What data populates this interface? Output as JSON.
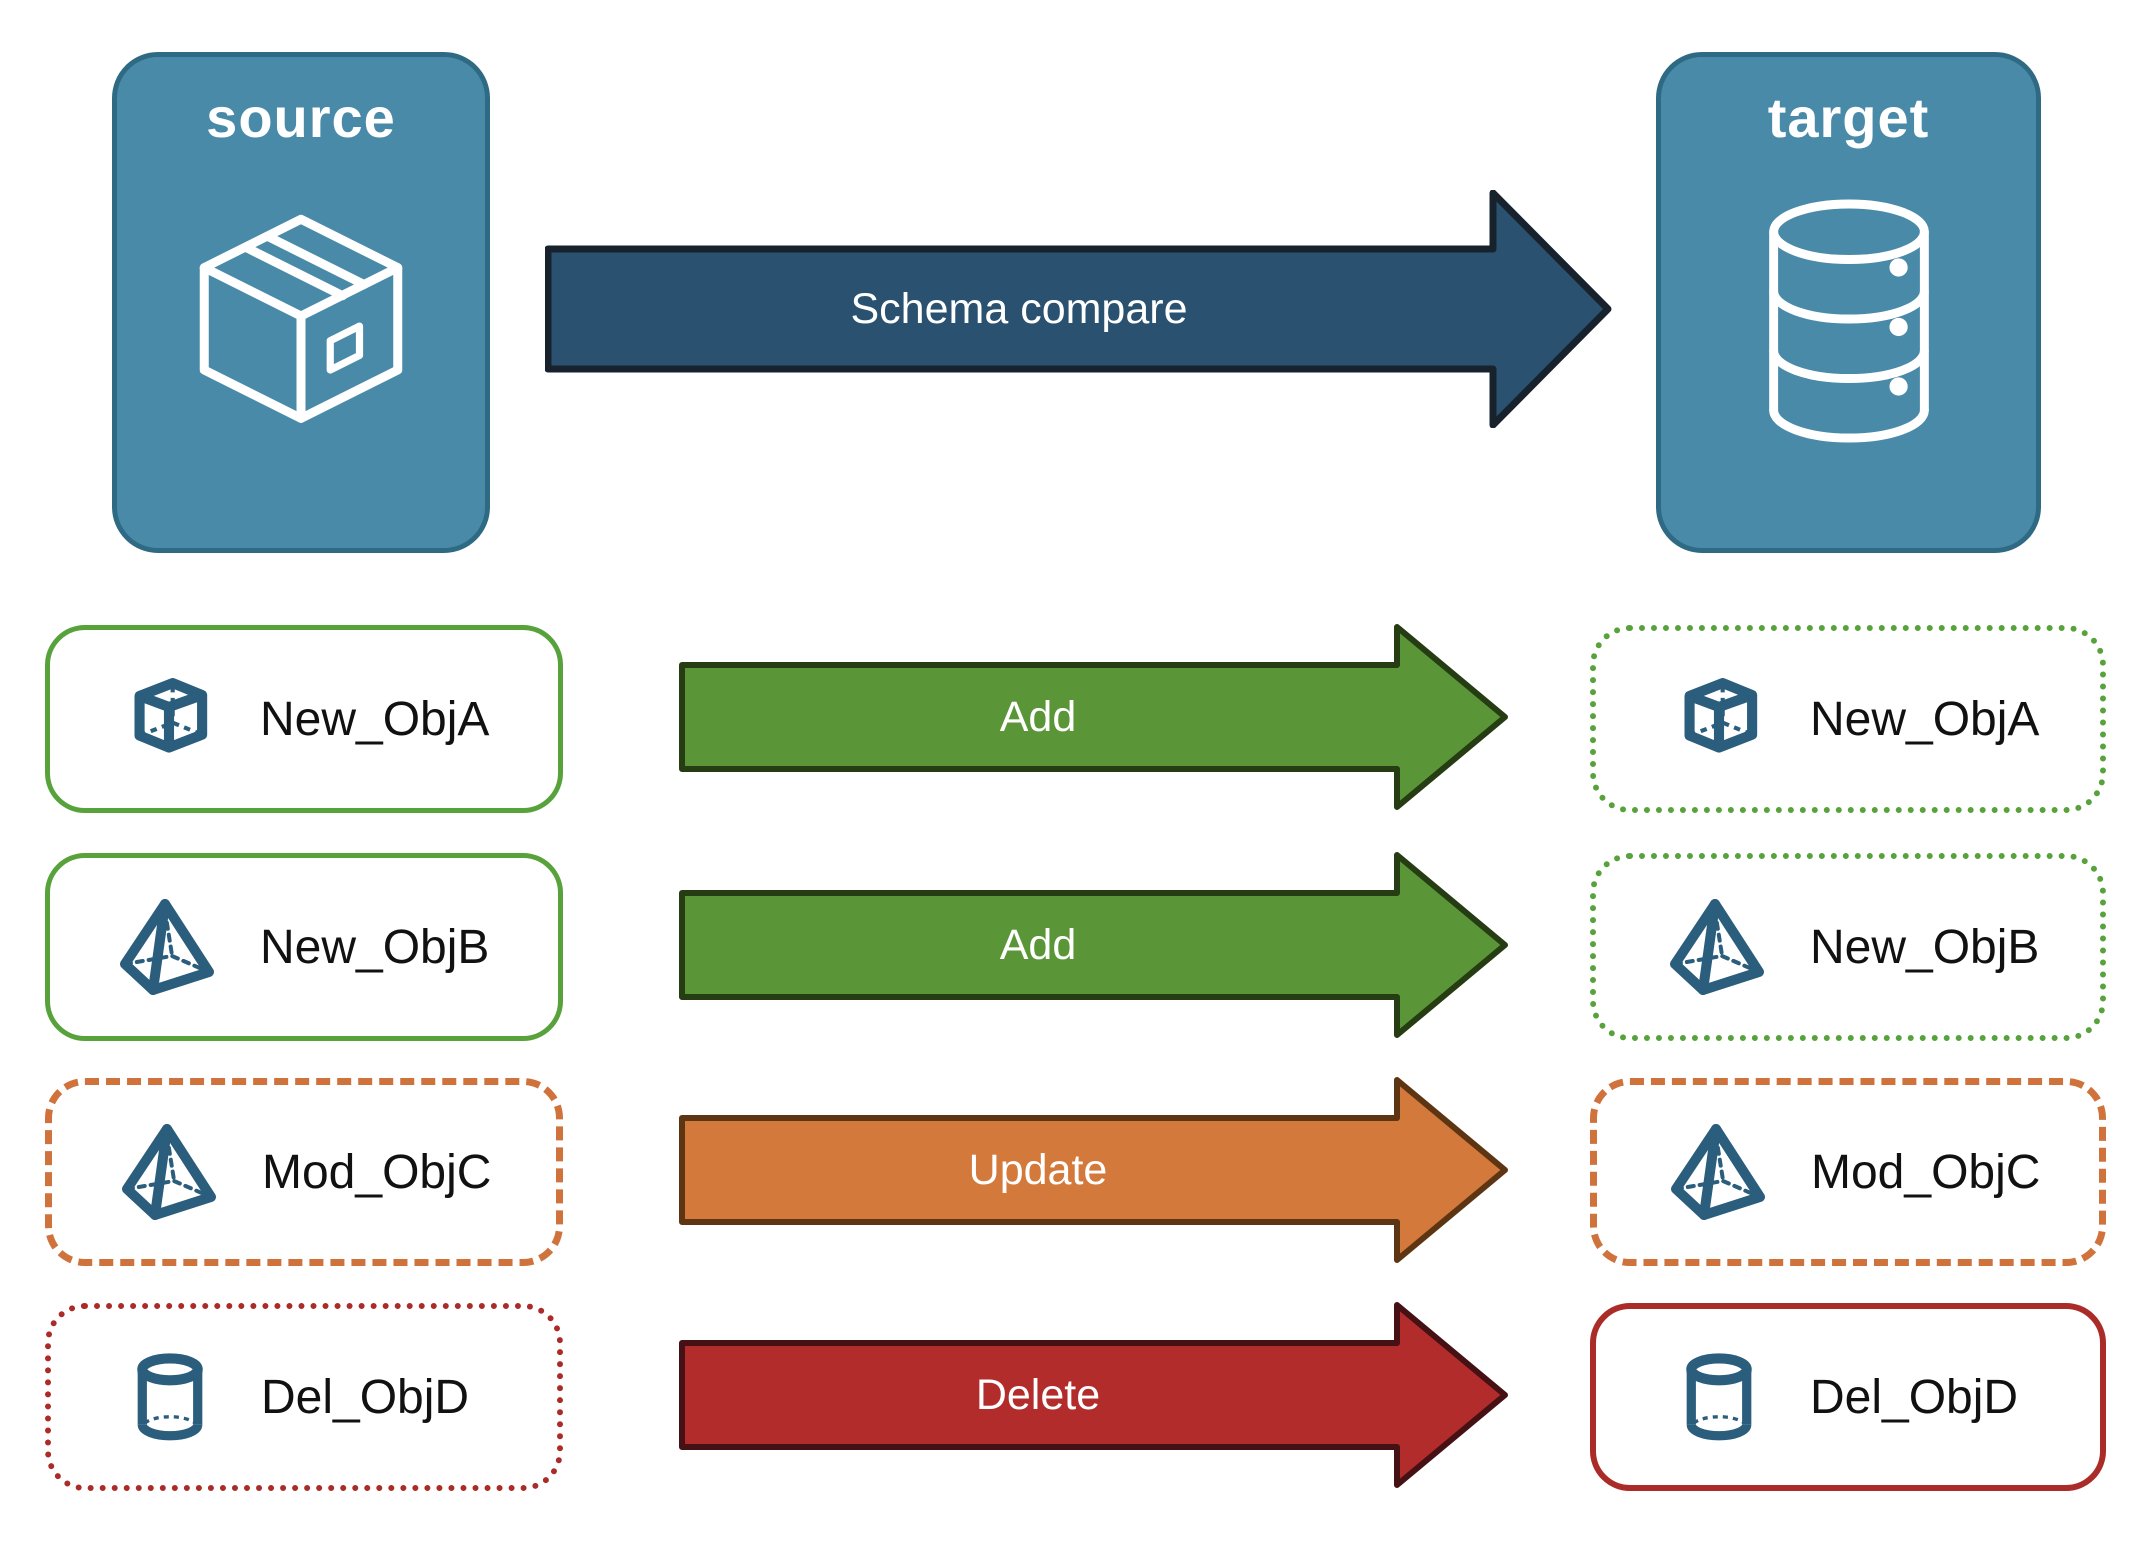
{
  "diagram": {
    "source_card": {
      "label": "source",
      "icon": "package-icon"
    },
    "target_card": {
      "label": "target",
      "icon": "database-icon"
    },
    "compare_arrow": {
      "label": "Schema compare"
    },
    "rows": [
      {
        "object": "New_ObjA",
        "icon": "cube-icon",
        "action": "Add",
        "source_border": "solid green",
        "target_border": "dotted green"
      },
      {
        "object": "New_ObjB",
        "icon": "pyramid-icon",
        "action": "Add",
        "source_border": "solid green",
        "target_border": "dotted green"
      },
      {
        "object": "Mod_ObjC",
        "icon": "pyramid-icon",
        "action": "Update",
        "source_border": "dashed orange",
        "target_border": "dashed orange"
      },
      {
        "object": "Del_ObjD",
        "icon": "cylinder-icon",
        "action": "Delete",
        "source_border": "dotted red",
        "target_border": "solid red"
      }
    ],
    "colors": {
      "card_fill": "#4A8AA9",
      "card_border": "#2F6A84",
      "compare_arrow_fill": "#2B5170",
      "compare_arrow_outline": "#17222D",
      "add_arrow_fill": "#5A9638",
      "add_arrow_outline": "#263D13",
      "add_box_border": "#58A23C",
      "update_arrow_fill": "#D4793C",
      "update_arrow_outline": "#5E3513",
      "update_box_border": "#D0723C",
      "delete_arrow_fill": "#B22C2B",
      "delete_arrow_outline": "#461114",
      "delete_box_border": "#AB2B29",
      "object_icon_blue": "#2B5D7D",
      "object_label_text": "#111111",
      "arrow_label_text": "#FFFFFF"
    }
  }
}
